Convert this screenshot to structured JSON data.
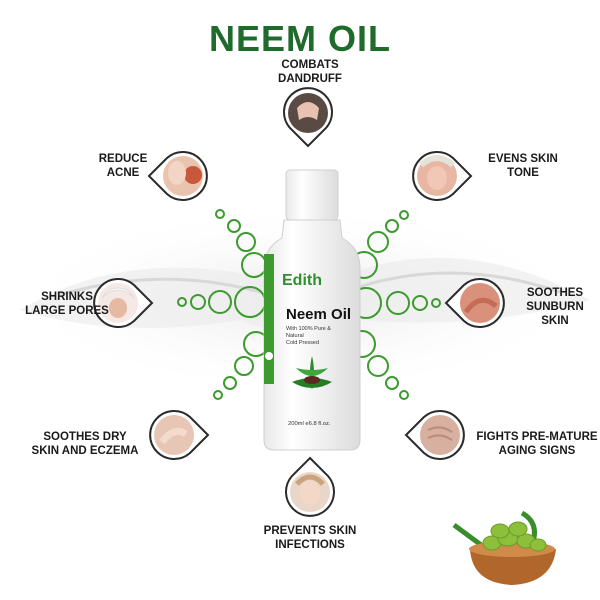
{
  "title": "NEEM OIL",
  "colors": {
    "title": "#1f6b2b",
    "accent": "#3c9a2e",
    "pin": "#2b2b2b"
  },
  "benefits": {
    "top": "COMBATS\nDANDRUFF",
    "reduce_acne": "REDUCE\nACNE",
    "evens_skin": "EVENS SKIN\nTONE",
    "shrinks_pores": "SHRINKS\nLARGE PORES",
    "soothes_sunburn": "SOOTHES\nSUNBURN\nSKIN",
    "soothes_dry": "SOOTHES DRY\nSKIN AND ECZEMA",
    "fights_aging": "FIGHTS PRE-MATURE\nAGING SIGNS",
    "prevents_infections": "PREVENTS SKIN\nINFECTIONS"
  },
  "bottle": {
    "brand": "Edith",
    "product": "Neem Oil",
    "subtitle": "With 100% Pure & Natural\nCold Pressed",
    "volume": "200ml e6.8 fl.oz."
  }
}
